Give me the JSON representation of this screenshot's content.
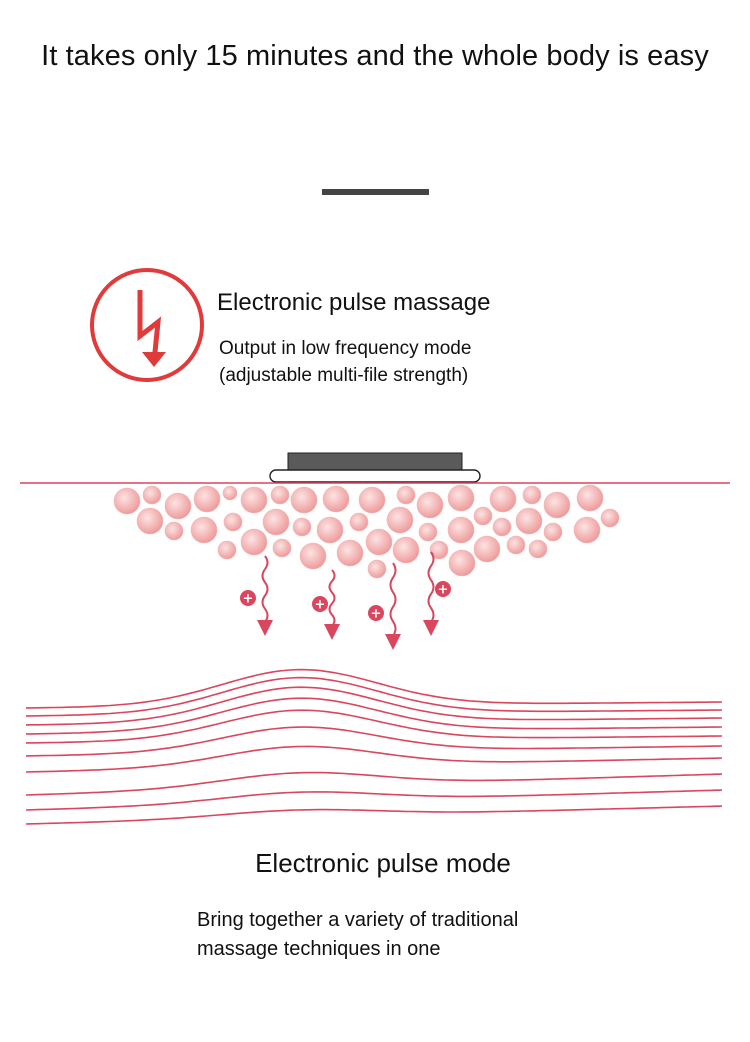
{
  "header": {
    "headline": "It takes only 15 minutes and the whole body is easy"
  },
  "feature": {
    "icon": "lightning-bolt-icon",
    "title": "Electronic pulse massage",
    "desc_line1": "Output in low frequency mode",
    "desc_line2": "(adjustable multi-file strength)"
  },
  "diagram": {
    "accent_color": "#e03a3a",
    "line_color": "#d9465e",
    "bubble_color": "#f1a6a6",
    "ion_symbol": "+"
  },
  "mode": {
    "title": "Electronic pulse mode",
    "desc_line1": "Bring together a variety of traditional",
    "desc_line2": "massage techniques in one"
  }
}
